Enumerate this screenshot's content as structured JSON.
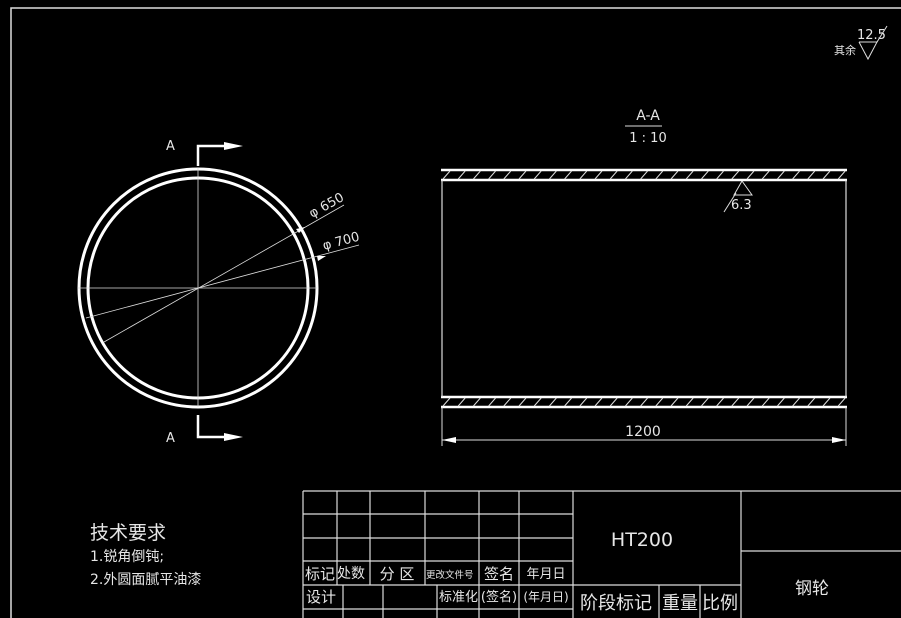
{
  "drawing": {
    "section_label_top": "A",
    "section_label_bottom": "A",
    "dim_inner_diameter": "φ 650",
    "dim_outer_diameter": "φ 700",
    "section_title": "A-A",
    "section_scale": "1 : 10",
    "surface_roughness_local": "6.3",
    "surface_roughness_general": "12.5",
    "roughness_rest_label": "其余",
    "dim_length": "1200"
  },
  "tech_requirements": {
    "title": "技术要求",
    "items": [
      "1.锐角倒钝;",
      "2.外圆面腻平油漆"
    ]
  },
  "title_block": {
    "material": "HT200",
    "part_name": "钢轮",
    "headers": [
      "标记",
      "处数",
      "分 区",
      "更改文件号",
      "签名",
      "年月日"
    ],
    "row2": [
      "设计",
      "标准化",
      "(签名)",
      "(年月日)"
    ],
    "stage_mark": "阶段标记",
    "weight": "重量",
    "scale": "比例"
  },
  "colors": {
    "background": "#000000",
    "lines": "#ffffff"
  }
}
